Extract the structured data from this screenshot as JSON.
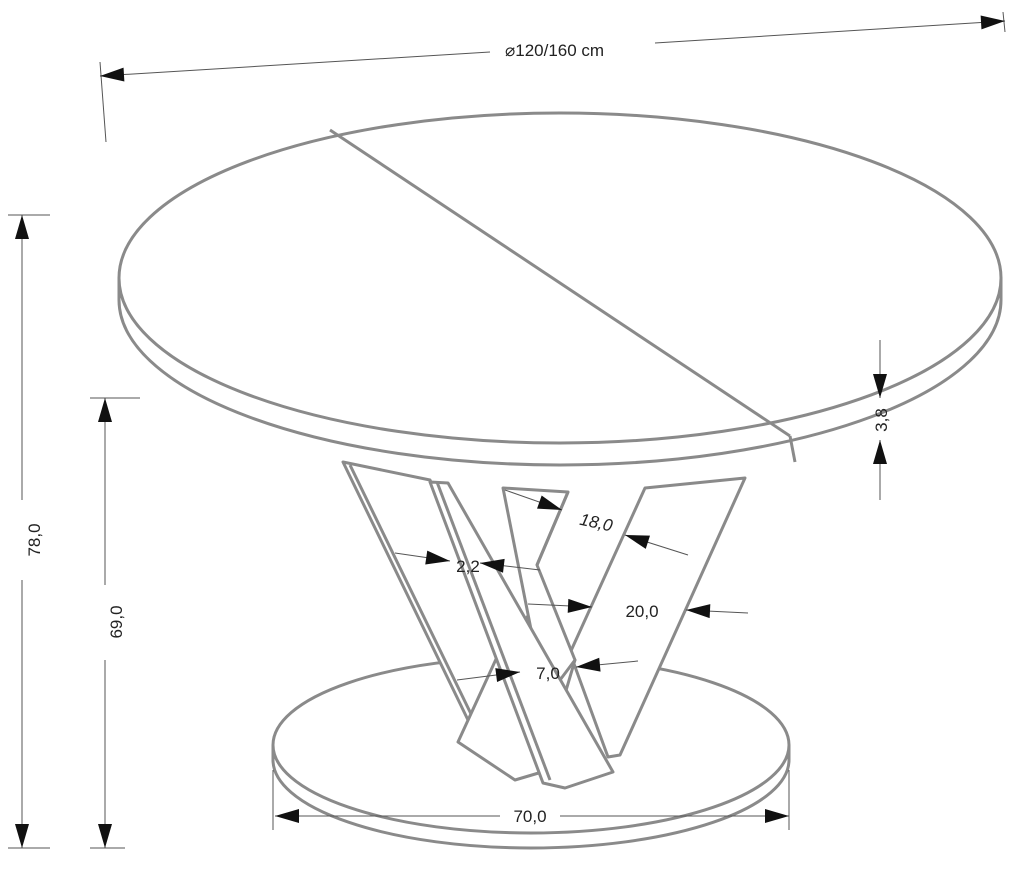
{
  "title": "Round extendable dining table dimension drawing",
  "dimensions": {
    "diameter": "⌀120/160 cm",
    "total_height": "78,0",
    "leg_height": "69,0",
    "top_thickness": "3,8",
    "base_diameter": "70,0",
    "leg_width_top": "18,0",
    "leg_gap": "2,2",
    "leg_width_outer": "20,0",
    "leg_width_bottom": "7,0"
  },
  "colors": {
    "line": "#8a8a8a",
    "arrow": "#111111",
    "background": "#ffffff"
  }
}
